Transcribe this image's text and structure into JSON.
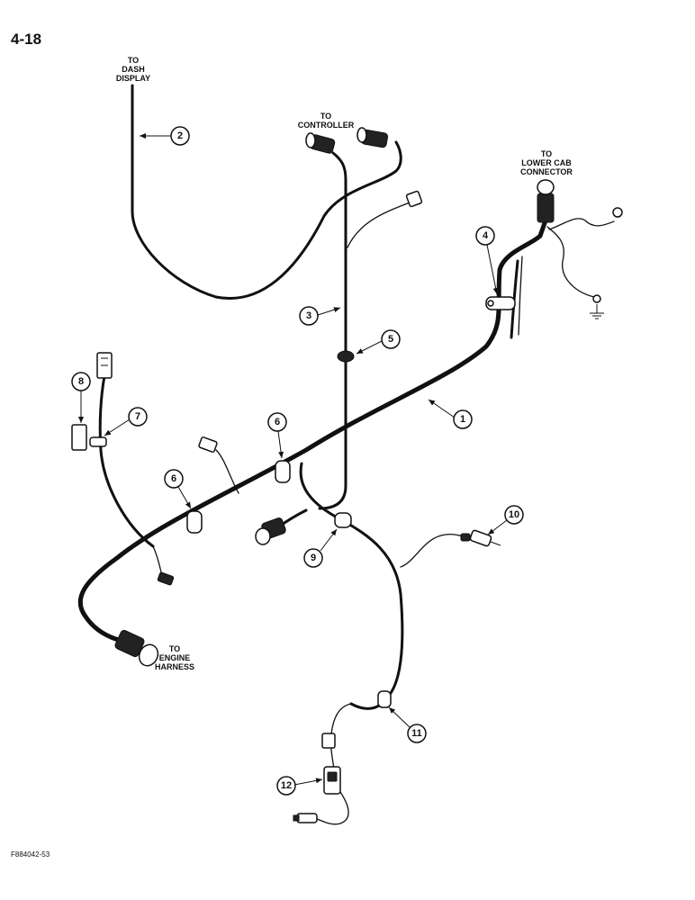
{
  "page_number": "4-18",
  "figure_code": "F884042-53",
  "labels": {
    "dash_display": [
      "TO",
      "DASH",
      "DISPLAY"
    ],
    "controller": [
      "TO",
      "CONTROLLER"
    ],
    "lower_cab_connector": [
      "TO",
      "LOWER CAB",
      "CONNECTOR"
    ],
    "engine_harness": [
      "TO",
      "ENGINE",
      "HARNESS"
    ]
  },
  "callouts": [
    "1",
    "2",
    "3",
    "4",
    "5",
    "6",
    "6",
    "7",
    "8",
    "9",
    "10",
    "11",
    "12"
  ],
  "icons": [
    "ground-symbol-icon",
    "arrowhead-icon"
  ]
}
